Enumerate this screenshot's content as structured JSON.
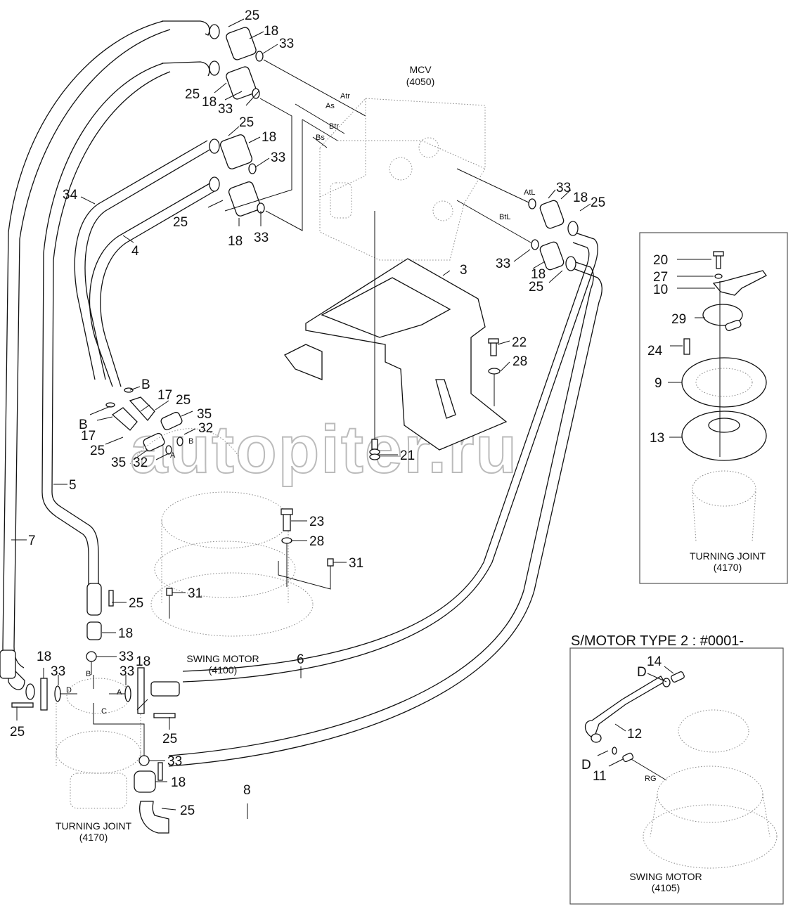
{
  "diagram": {
    "title": "Swing motor hydraulic piping",
    "watermark": "autopiter.ru",
    "components": {
      "mcv": {
        "name": "MCV",
        "code": "(4050)"
      },
      "swing_motor": {
        "name": "SWING MOTOR",
        "code": "(4100)"
      },
      "turning_joint_main": {
        "name": "TURNING JOINT",
        "code": "(4170)"
      },
      "turning_joint_inset": {
        "name": "TURNING JOINT",
        "code": "(4170)"
      },
      "swing_motor_type2": {
        "name": "SWING MOTOR",
        "code": "(4105)"
      }
    },
    "inset_type2_title": "S/MOTOR TYPE 2 : #0001-",
    "ports": [
      "Atr",
      "As",
      "Btr",
      "Bs",
      "AtL",
      "BtL",
      "A",
      "B",
      "A",
      "B",
      "C",
      "D",
      "RG"
    ],
    "callouts": [
      "25",
      "18",
      "33",
      "25",
      "18",
      "33",
      "25",
      "18",
      "33",
      "25",
      "18",
      "33",
      "34",
      "4",
      "33",
      "18",
      "25",
      "33",
      "18",
      "25",
      "3",
      "22",
      "28",
      "B",
      "B",
      "17",
      "17",
      "25",
      "25",
      "35",
      "35",
      "32",
      "32",
      "21",
      "5",
      "7",
      "23",
      "28",
      "31",
      "31",
      "25",
      "18",
      "33",
      "33",
      "18",
      "33",
      "18",
      "6",
      "25",
      "25",
      "33",
      "18",
      "25",
      "8",
      "20",
      "27",
      "10",
      "29",
      "24",
      "9",
      "13",
      "14",
      "D",
      "12",
      "D",
      "11"
    ]
  }
}
